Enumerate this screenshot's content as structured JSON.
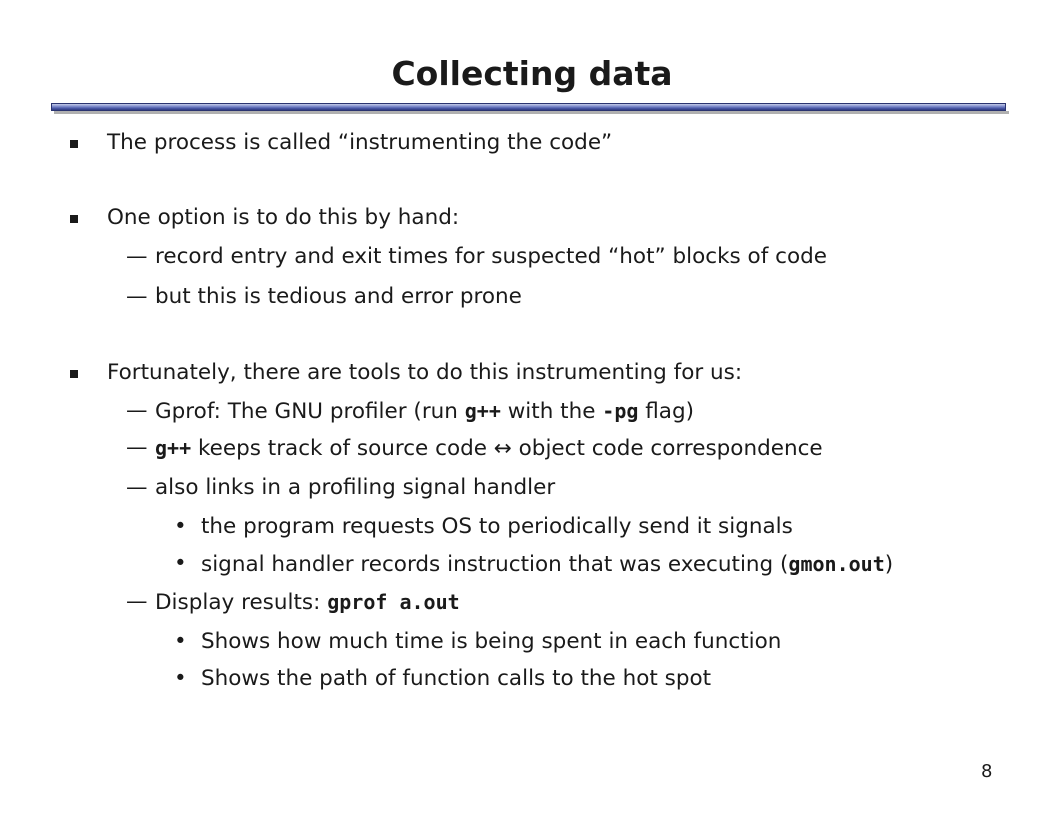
{
  "slide": {
    "title": "Collecting data",
    "page_number": "8",
    "dash_marker": "—",
    "dot_marker": "•",
    "items": {
      "b1": "The process is called “instrumenting the code”",
      "b2": "One option is to do this by hand:",
      "b2_s1": "record entry and exit times for suspected “hot” blocks of code",
      "b2_s2": "but this is tedious and error prone",
      "b3": "Fortunately, there are tools to do this instrumenting for us:",
      "b3_s1": {
        "t1": "Gprof: The GNU profiler (run ",
        "c1": "g++",
        "t2": " with the ",
        "c2": "-pg",
        "t3": " flag)"
      },
      "b3_s2": {
        "c1": "g++",
        "t1": " keeps track of source code ↔ object code correspondence"
      },
      "b3_s3": "also links in a profiling signal handler",
      "b3_s3_a": "the program requests OS to periodically send it signals",
      "b3_s3_b": {
        "t1": "signal handler records instruction that was executing (",
        "c1": "gmon.out",
        "t2": ")"
      },
      "b3_s4": {
        "t1": "Display results: ",
        "c1": "gprof a.out"
      },
      "b3_s4_a": "Shows how much time is being spent in each function",
      "b3_s4_b": "Shows the path of function calls to the hot spot"
    }
  }
}
